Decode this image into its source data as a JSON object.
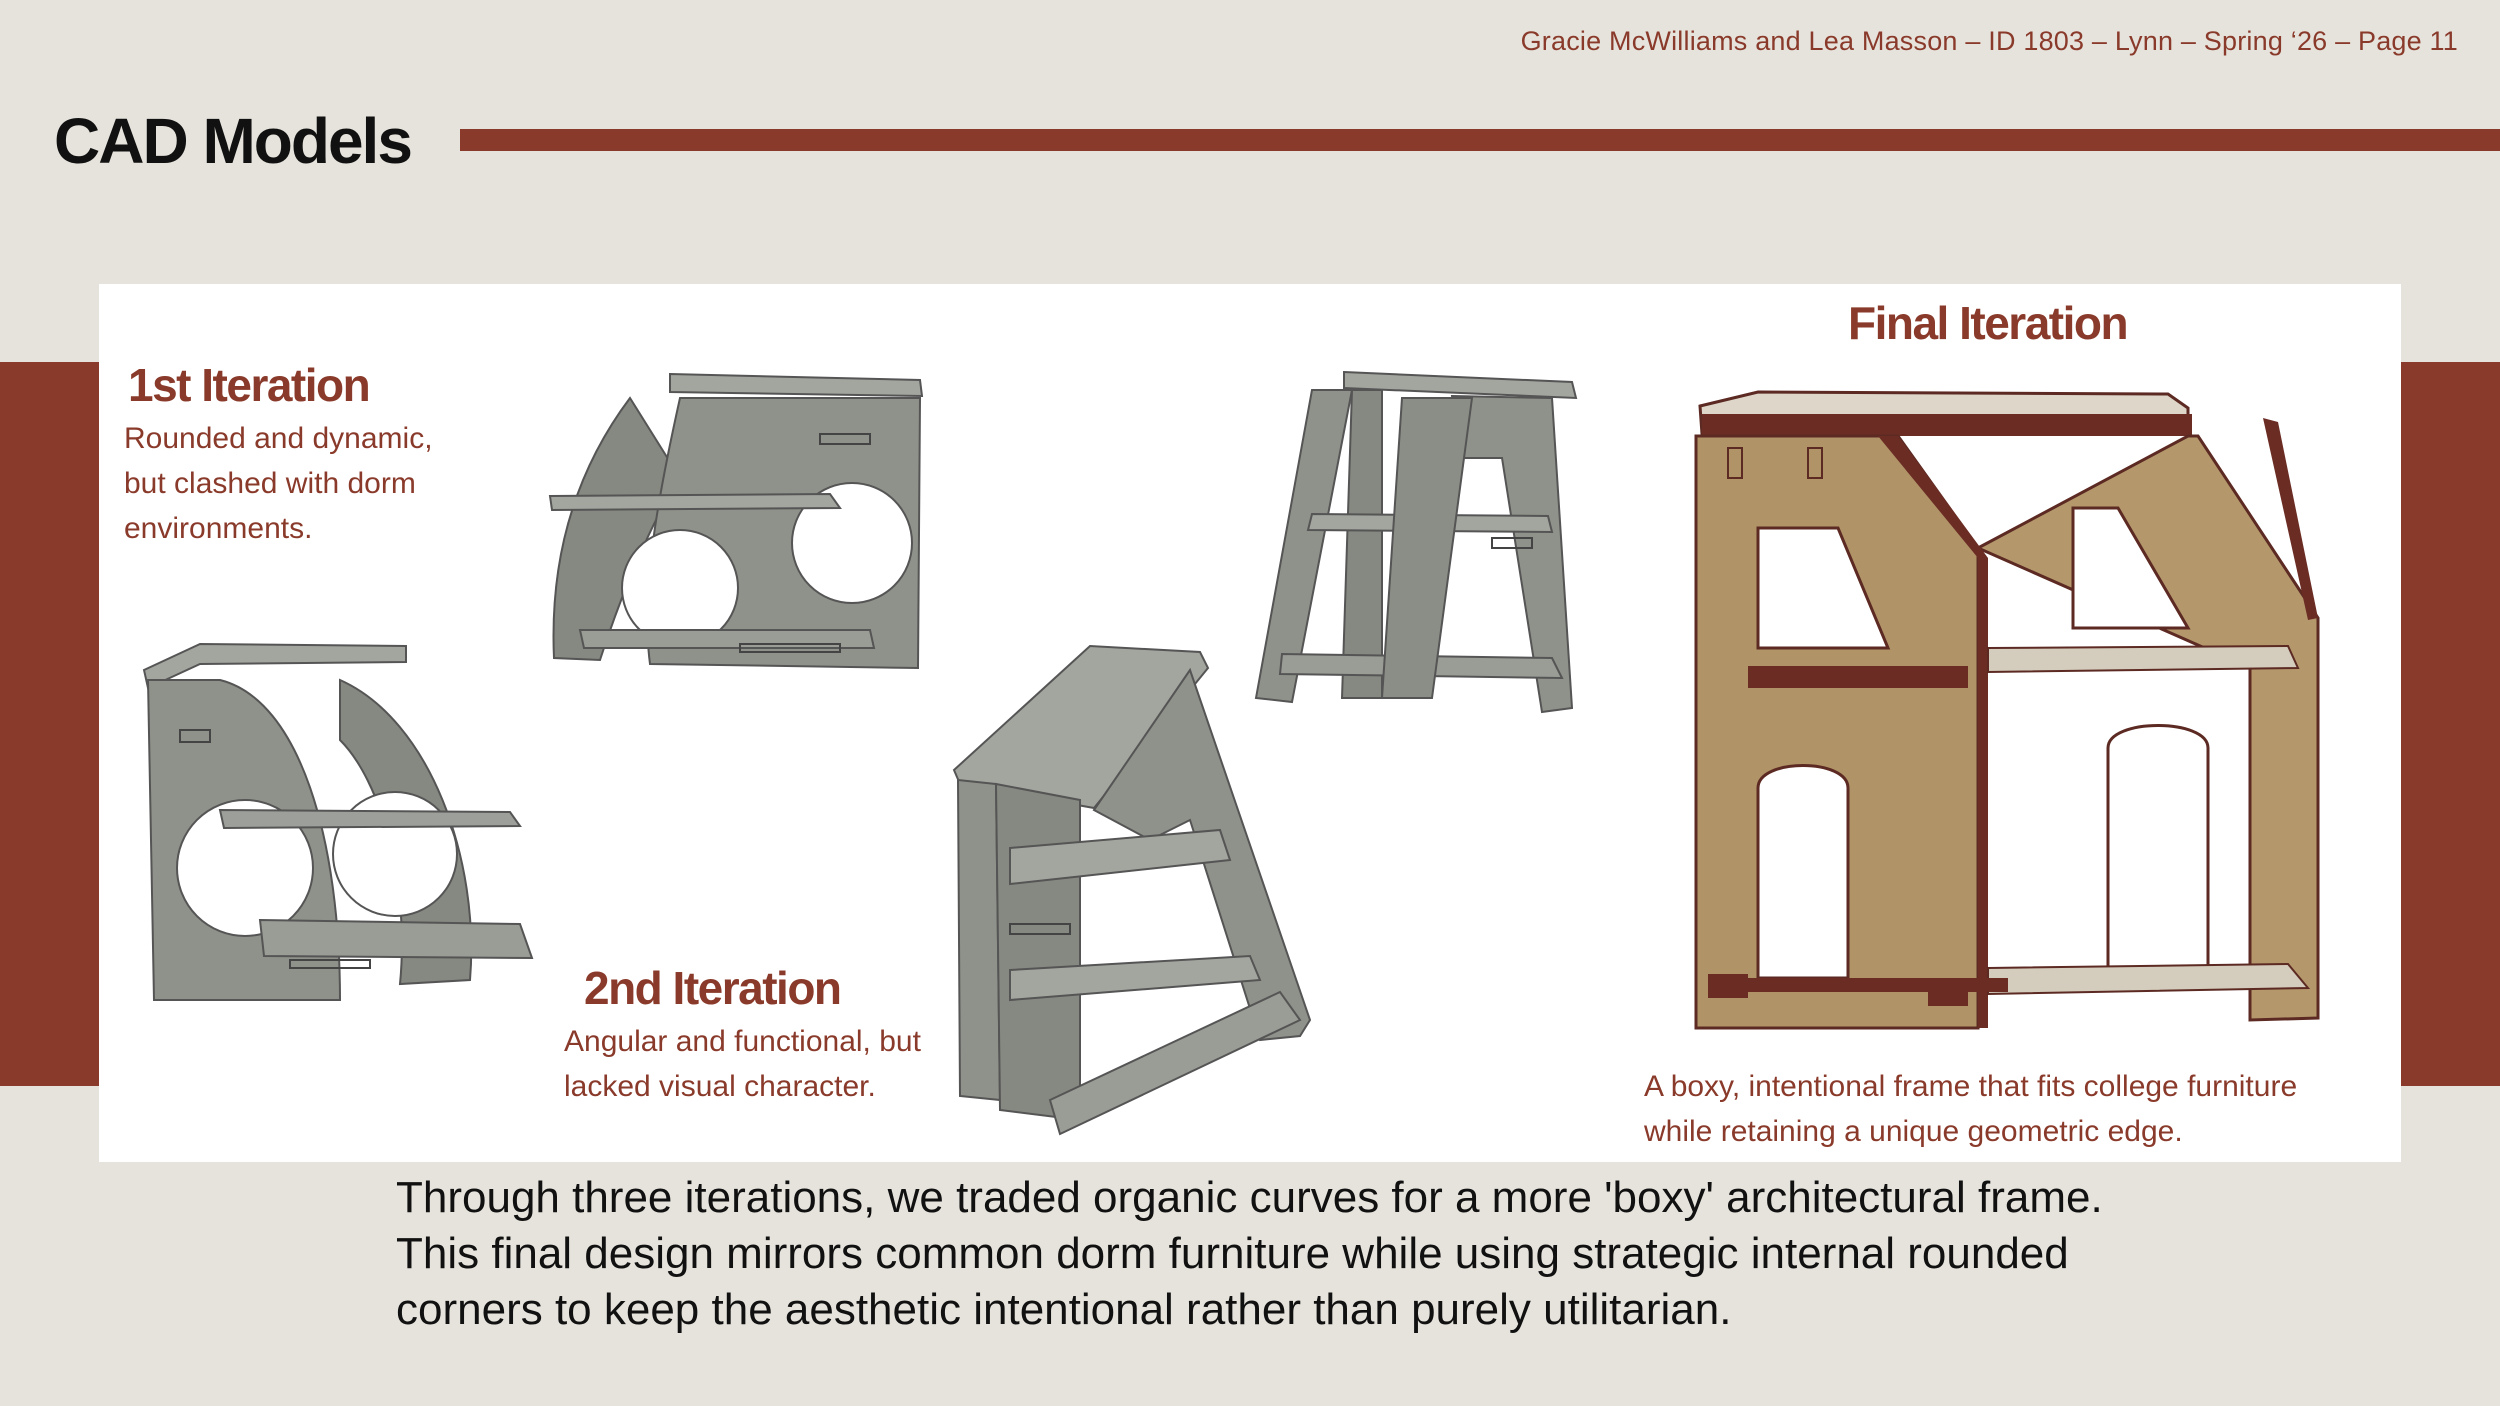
{
  "header": {
    "meta": "Gracie McWilliams and Lea Masson – ID 1803 – Lynn – Spring ‘26 – Page 11",
    "title": "CAD Models"
  },
  "iterations": [
    {
      "title": "1st Iteration",
      "description_lines": [
        "Rounded and dynamic,",
        "but clashed with dorm",
        "environments."
      ]
    },
    {
      "title": "2nd Iteration",
      "description_lines": [
        "Angular and functional, but",
        "lacked visual character."
      ]
    },
    {
      "title": "Final Iteration",
      "description_lines": [
        "A boxy, intentional frame that fits college furniture",
        "while retaining a unique geometric edge."
      ]
    }
  ],
  "summary": "Through three iterations, we traded organic curves for a more 'boxy' architectural frame. This final design mirrors common dorm furniture while using strategic internal rounded corners to keep the aesthetic intentional rather than purely utilitarian.",
  "colors": {
    "accent": "#8a3a2a",
    "background": "#e6e3dc",
    "panel": "#ffffff",
    "model_gray": "#8e918a",
    "wood": "#b09468"
  }
}
